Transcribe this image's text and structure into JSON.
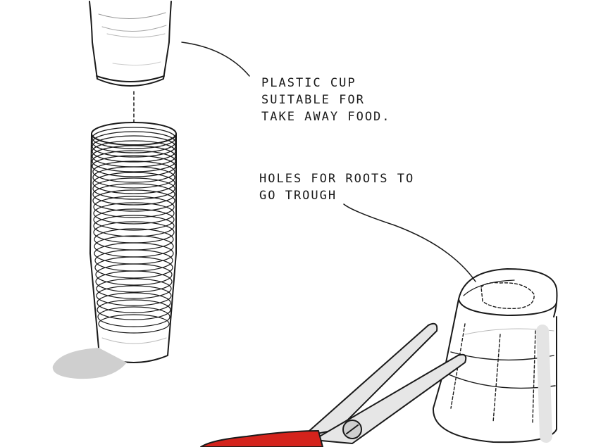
{
  "annotations": {
    "cup": [
      "PLASTIC CUP",
      "SUITABLE FOR",
      "TAKE AWAY FOOD."
    ],
    "holes": [
      "HOLES FOR ROOTS TO",
      "GO TROUGH"
    ]
  },
  "colors": {
    "line": "#1a1a1a",
    "shadow": "#cfcfcf",
    "scissors_handle": "#d4231c",
    "scissors_blade": "#e6e6e6"
  }
}
